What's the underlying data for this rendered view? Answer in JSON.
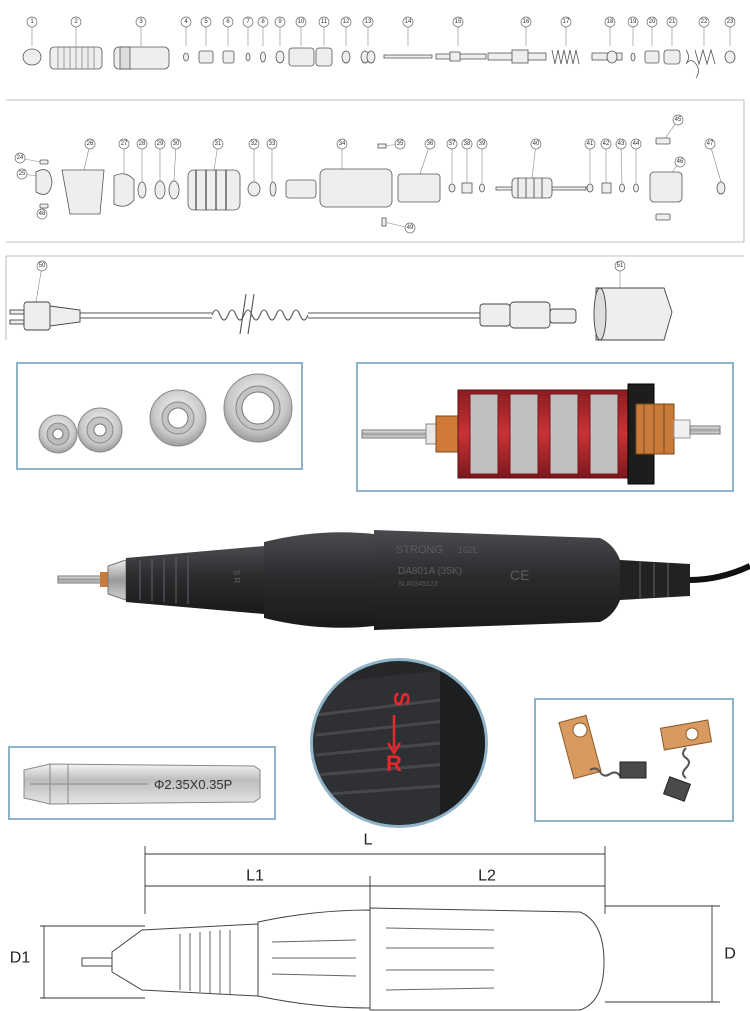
{
  "exploded_view": {
    "row1_part_numbers": [
      "1",
      "2",
      "3",
      "4",
      "5",
      "6",
      "7",
      "8",
      "9",
      "10",
      "11",
      "12",
      "13",
      "14",
      "15",
      "16",
      "17",
      "18",
      "19",
      "20",
      "21",
      "22",
      "23"
    ],
    "row2_part_numbers": [
      "24",
      "25",
      "26",
      "27",
      "28",
      "29",
      "30",
      "31",
      "32",
      "33",
      "34",
      "35",
      "36",
      "37",
      "38",
      "39",
      "40",
      "41",
      "42",
      "43",
      "44",
      "45",
      "46",
      "47",
      "48",
      "49"
    ],
    "row3_part_numbers": [
      "50",
      "51"
    ]
  },
  "handpiece": {
    "brand_text": "STRONG",
    "model_text": "102L",
    "rating_text": "DA801A (35K)",
    "serial_text": "SL#0345123",
    "ce_mark": "CE",
    "side_marks": "S R"
  },
  "direction_inset": {
    "label_forward": "S",
    "label_reverse": "R",
    "accent_color": "#e8262d"
  },
  "collet": {
    "label": "Φ2.35X0.35P"
  },
  "dimensions": {
    "total_length": "L",
    "length_1": "L1",
    "length_2": "L2",
    "diameter_1": "D1",
    "diameter_2": "D"
  },
  "colors": {
    "panel_border": "#8fb4c9",
    "rotor_red": "#b3262a",
    "copper": "#c77a3a",
    "body_dark": "#2f3032"
  }
}
